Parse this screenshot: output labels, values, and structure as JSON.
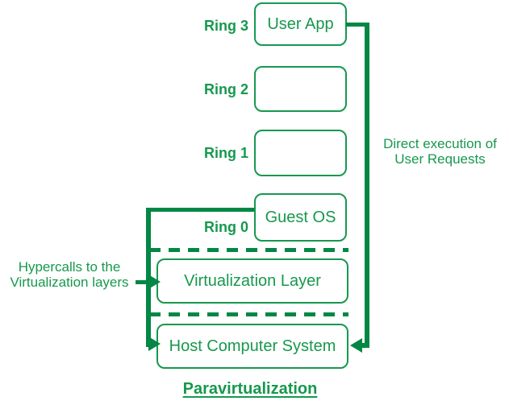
{
  "colors": {
    "accent": "#17984e",
    "line": "#028745",
    "bg": "#ffffff"
  },
  "rings": [
    {
      "label": "Ring 3",
      "box_text": "User App"
    },
    {
      "label": "Ring 2",
      "box_text": ""
    },
    {
      "label": "Ring 1",
      "box_text": ""
    },
    {
      "label": "Ring 0",
      "box_text": "Guest OS"
    }
  ],
  "layers": [
    {
      "box_text": "Virtualization Layer"
    },
    {
      "box_text": "Host Computer System"
    }
  ],
  "annotations": {
    "direct_execution_line1": "Direct execution of",
    "direct_execution_line2": "User Requests",
    "hypercalls_line1": "Hypercalls to the",
    "hypercalls_line2": "Virtualization layers"
  },
  "title": "Paravirtualization"
}
